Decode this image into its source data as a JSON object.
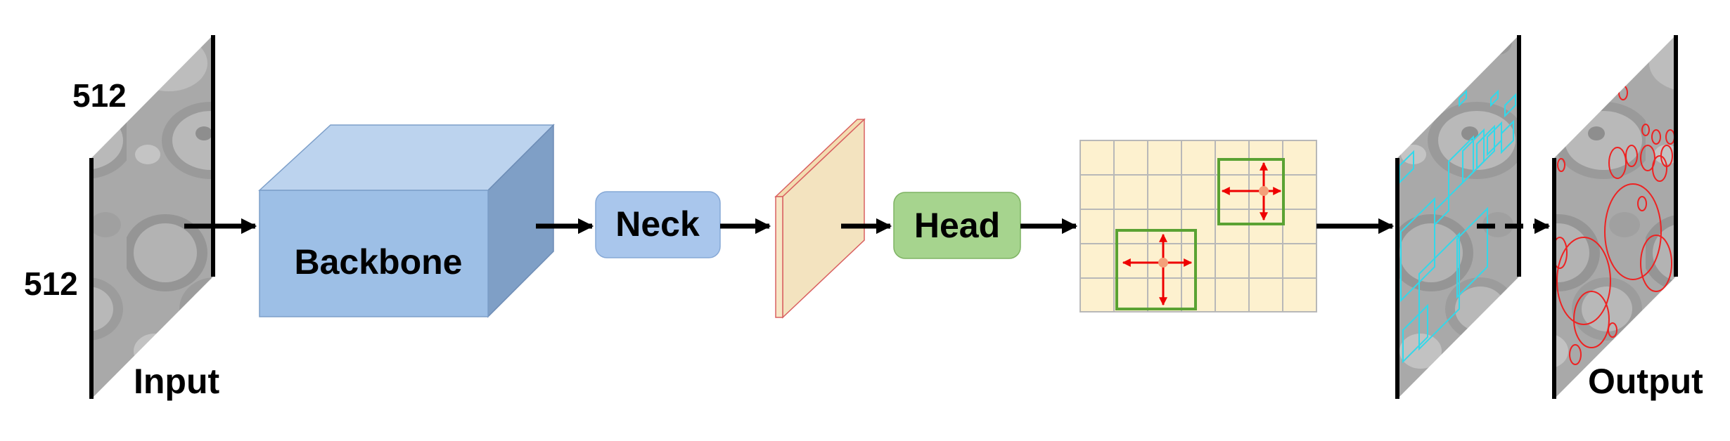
{
  "labels": {
    "dim_top": "512",
    "dim_left": "512",
    "input": "Input",
    "backbone": "Backbone",
    "neck": "Neck",
    "head": "Head",
    "output": "Output"
  },
  "colors": {
    "backbone_front": "#9dbfe6",
    "backbone_top": "#bcd3ee",
    "backbone_side": "#7f9fc6",
    "neck_fill": "#a9c6ec",
    "head_fill": "#a6d48e",
    "feature_map": "#f6e6c3",
    "feature_edge": "#e0a0a0",
    "grid_fill": "#fdf1cf",
    "grid_line": "#b8b8b8",
    "anchor_box": "#5aa233",
    "offset_arrow": "#ee0000",
    "anchor_center": "#f3a07a",
    "pred_box": "#33d8ea",
    "pred_circle": "#ee2222",
    "arrow": "#000000"
  }
}
